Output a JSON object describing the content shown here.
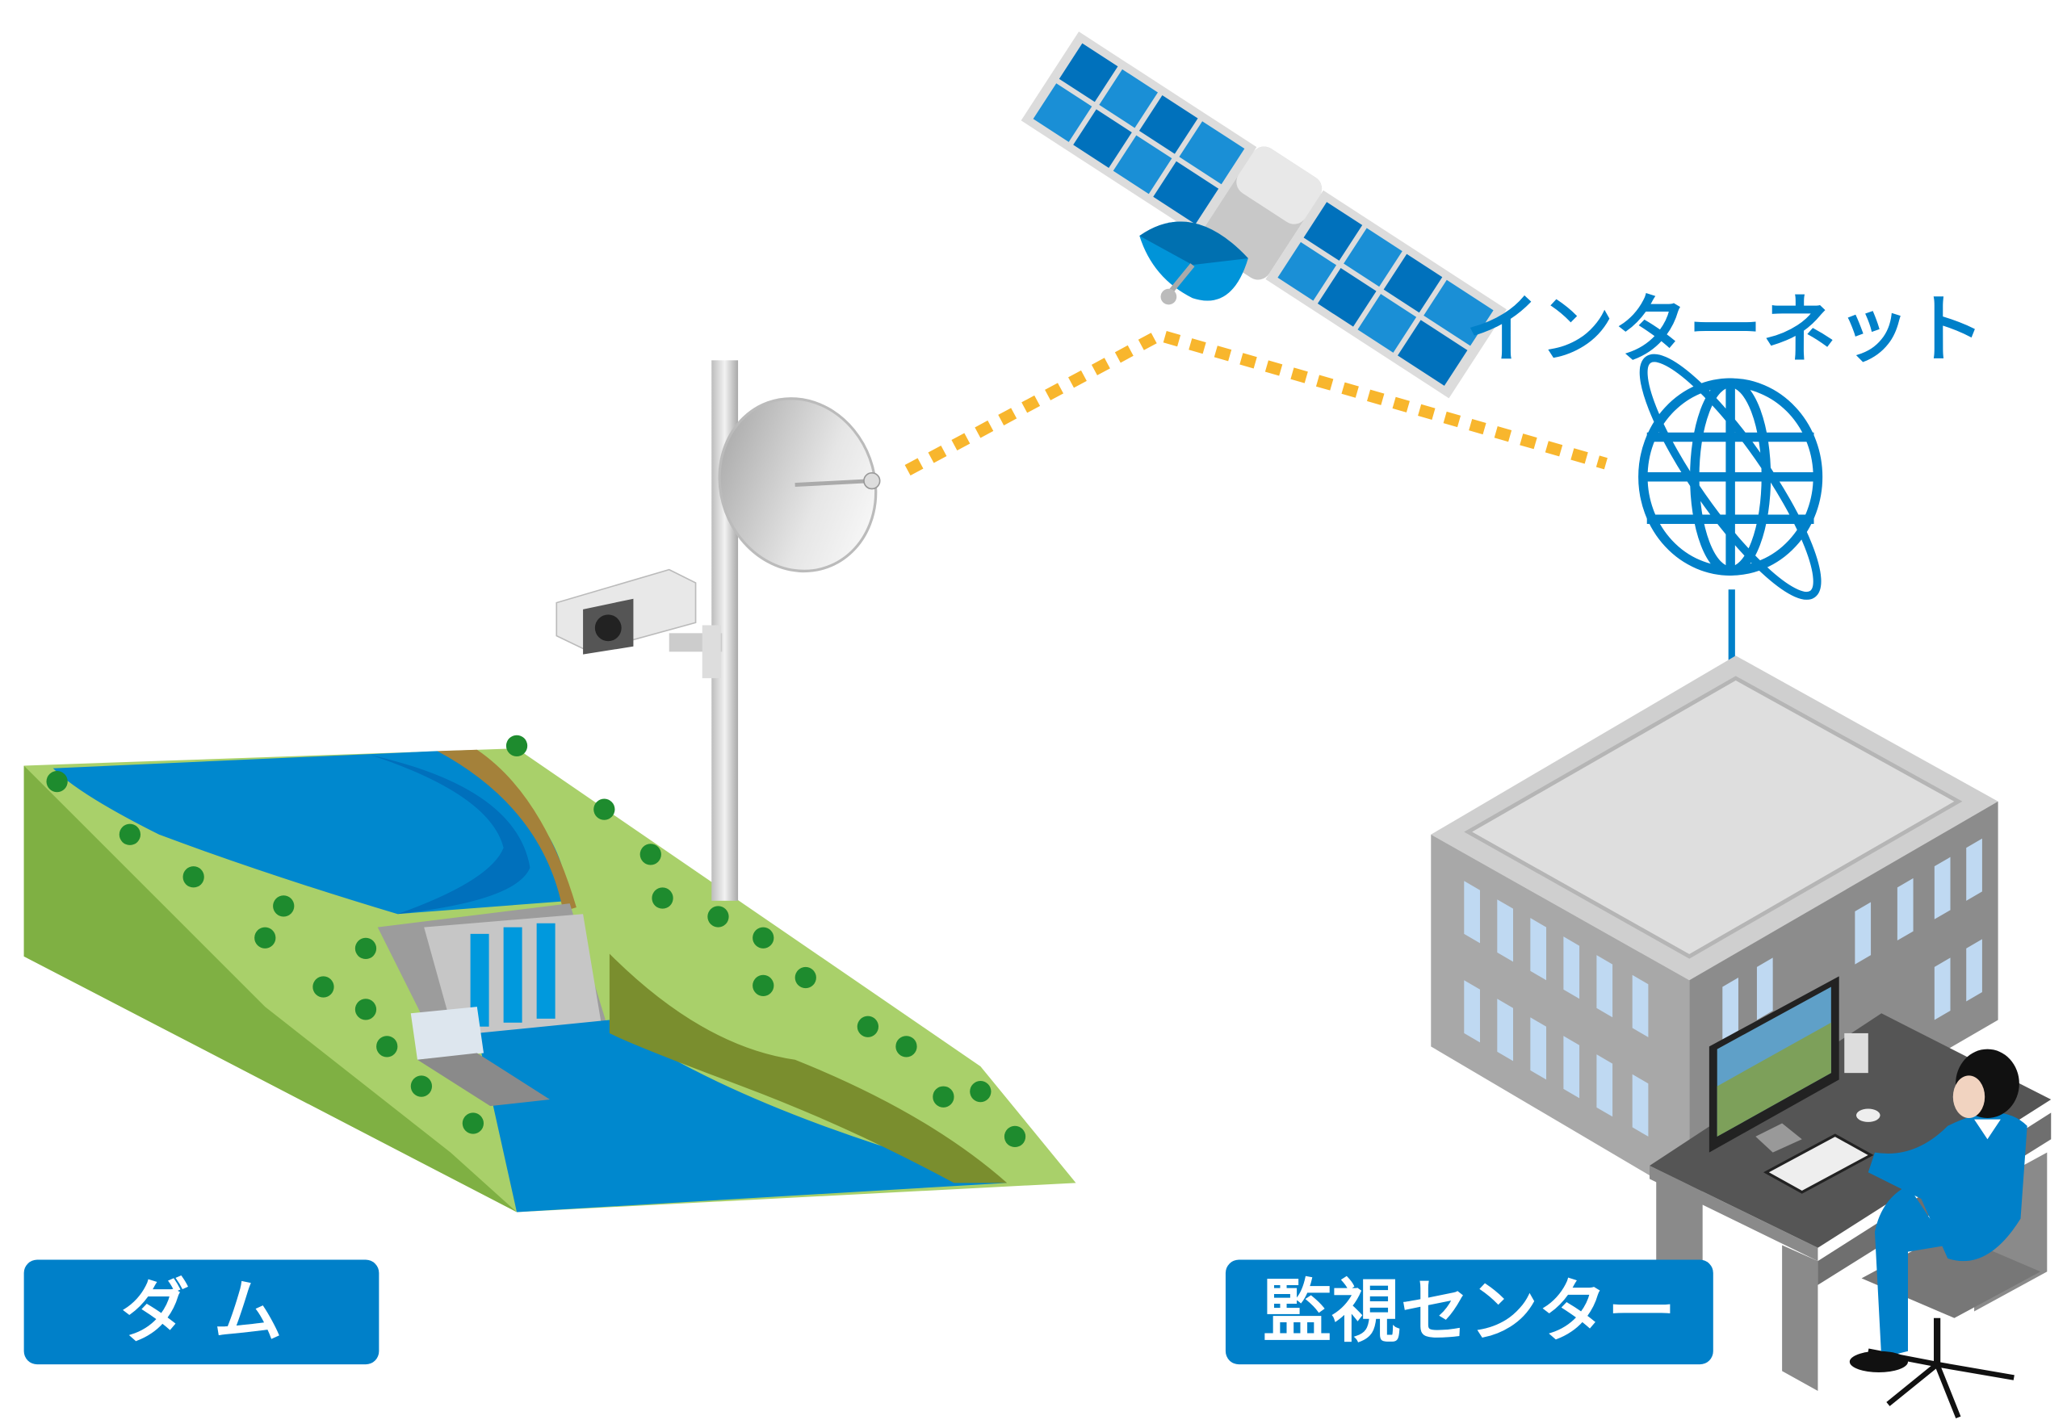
{
  "labels": {
    "internet": "インターネット",
    "dam": "ダ ム",
    "monitoring_center": "監視センター"
  },
  "colors": {
    "brand_blue": "#0080C9",
    "link_orange": "#F8B62D",
    "water_blue": "#0088CE",
    "grass_light": "#A9D06A",
    "grass_dark": "#7FB043",
    "building_gray": "#A8A8A8"
  },
  "icons": [
    "satellite-icon",
    "globe-icon",
    "parabolic-antenna-icon",
    "security-camera-icon",
    "building-icon",
    "operator-icon"
  ]
}
